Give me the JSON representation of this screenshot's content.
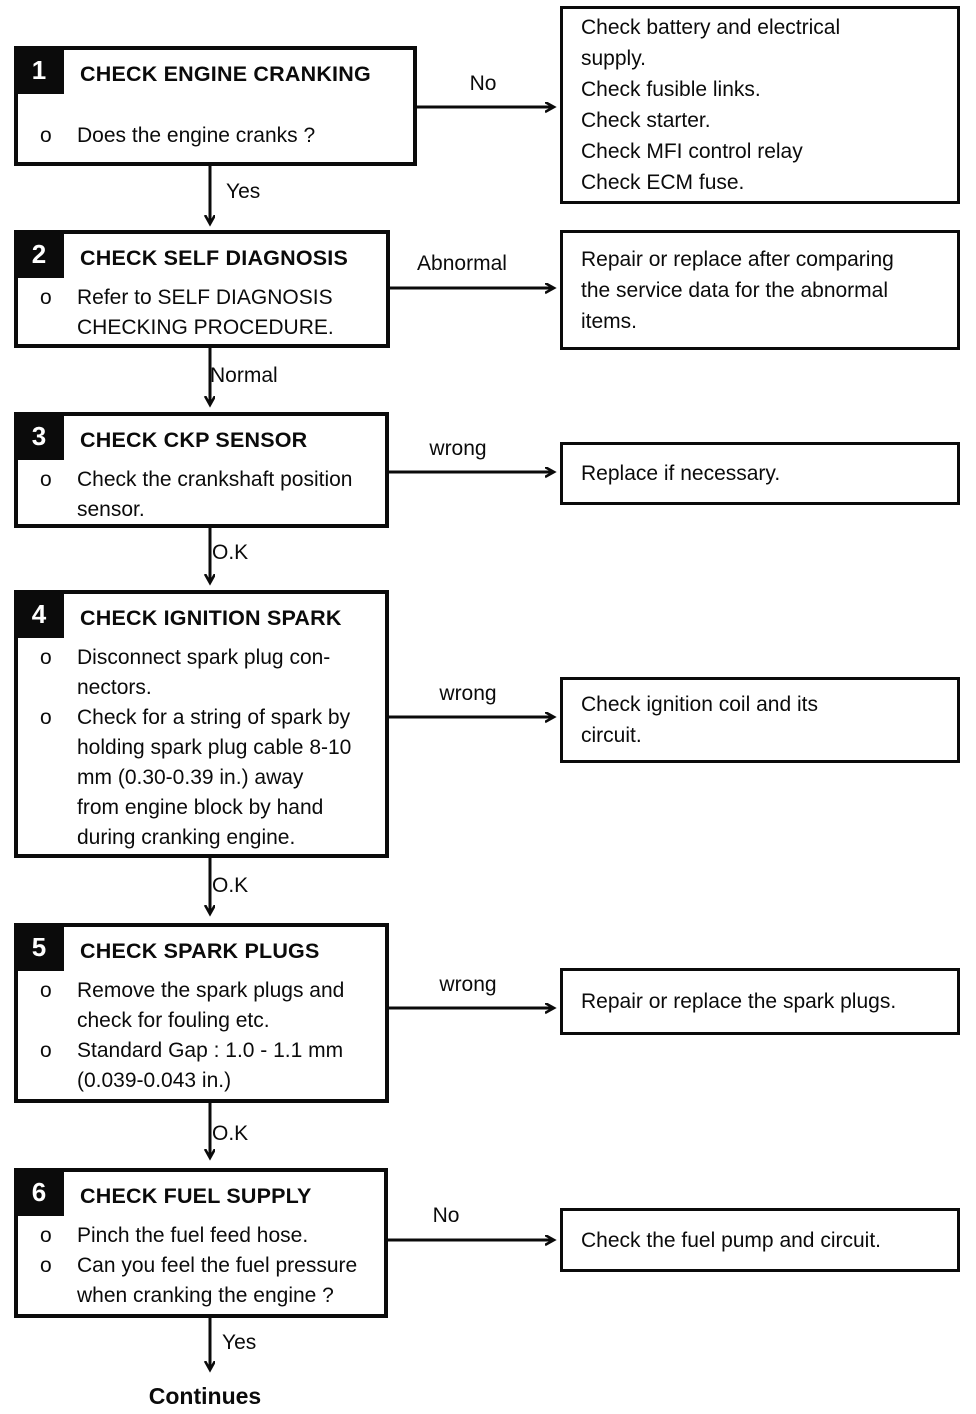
{
  "page": {
    "background": "#ffffff",
    "ink": "#0b0b0b"
  },
  "flowchart": {
    "bullet_marker": "o",
    "end_label": "Continues",
    "steps": [
      {
        "number": "1",
        "title": "CHECK ENGINE CRANKING",
        "bullets": [
          "Does the engine cranks ?"
        ],
        "branch_label": "No",
        "result": [
          "Check battery and electrical",
          "supply.",
          "Check fusible links.",
          "Check starter.",
          "Check MFI control relay",
          "Check ECM fuse."
        ],
        "proceed_label": "Yes"
      },
      {
        "number": "2",
        "title": "CHECK SELF DIAGNOSIS",
        "bullets": [
          "Refer to SELF DIAGNOSIS\nCHECKING PROCEDURE."
        ],
        "branch_label": "Abnormal",
        "result": [
          "Repair or replace after comparing",
          "the  service data for the abnormal",
          "items."
        ],
        "proceed_label": "Normal"
      },
      {
        "number": "3",
        "title": "CHECK CKP SENSOR",
        "bullets": [
          "Check the crankshaft position\nsensor."
        ],
        "branch_label": "wrong",
        "result": [
          "Replace if necessary."
        ],
        "proceed_label": "O.K"
      },
      {
        "number": "4",
        "title": "CHECK IGNITION SPARK",
        "bullets": [
          "Disconnect spark plug con-\nnectors.",
          "Check for a string of spark by\nholding spark plug cable 8-10\nmm (0.30-0.39 in.) away\nfrom engine block by hand\nduring cranking engine."
        ],
        "branch_label": "wrong",
        "result": [
          "Check ignition coil and its",
          "circuit."
        ],
        "proceed_label": "O.K"
      },
      {
        "number": "5",
        "title": "CHECK SPARK PLUGS",
        "bullets": [
          "Remove the spark plugs and\ncheck for fouling etc.",
          "Standard Gap : 1.0 - 1.1 mm\n(0.039-0.043 in.)"
        ],
        "branch_label": "wrong",
        "result": [
          "Repair or replace the spark plugs."
        ],
        "proceed_label": "O.K"
      },
      {
        "number": "6",
        "title": "CHECK FUEL SUPPLY",
        "bullets": [
          "Pinch the fuel feed hose.",
          "Can you feel the fuel pressure\nwhen cranking the engine ?"
        ],
        "branch_label": "No",
        "result": [
          "Check the fuel pump and circuit."
        ],
        "proceed_label": "Yes"
      }
    ]
  }
}
